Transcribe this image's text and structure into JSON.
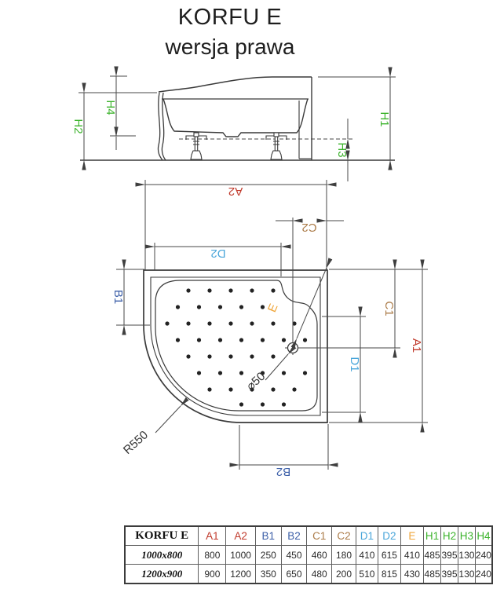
{
  "title": "KORFU E",
  "subtitle": "wersja prawa",
  "colors": {
    "a": "#c0392b",
    "b": "#3c5fa8",
    "c": "#ab7b48",
    "d": "#4aa6da",
    "e": "#efa539",
    "h": "#3cb32c"
  },
  "side_view": {
    "labels": {
      "h1": "H1",
      "h2": "H2",
      "h3": "H3",
      "h4": "H4"
    }
  },
  "plan_view": {
    "labels": {
      "a1": "A1",
      "a2": "A2",
      "b1": "B1",
      "b2": "B2",
      "c1": "C1",
      "c2": "C2",
      "d1": "D1",
      "d2": "D2",
      "e": "E",
      "radius": "R550",
      "drain": "⌀50"
    }
  },
  "table": {
    "name_header": "KORFU E",
    "columns": [
      "A1",
      "A2",
      "B1",
      "B2",
      "C1",
      "C2",
      "D1",
      "D2",
      "E",
      "H1",
      "H2",
      "H3",
      "H4"
    ],
    "column_colors": [
      "#c0392b",
      "#c0392b",
      "#3c5fa8",
      "#3c5fa8",
      "#ab7b48",
      "#ab7b48",
      "#4aa6da",
      "#4aa6da",
      "#efa539",
      "#3cb32c",
      "#3cb32c",
      "#3cb32c",
      "#3cb32c"
    ],
    "rows": [
      {
        "model": "1000x800",
        "values": [
          "800",
          "1000",
          "250",
          "450",
          "460",
          "180",
          "410",
          "615",
          "410",
          "485",
          "395",
          "130",
          "240"
        ]
      },
      {
        "model": "1200x900",
        "values": [
          "900",
          "1200",
          "350",
          "650",
          "480",
          "200",
          "510",
          "815",
          "430",
          "485",
          "395",
          "130",
          "240"
        ]
      }
    ]
  }
}
